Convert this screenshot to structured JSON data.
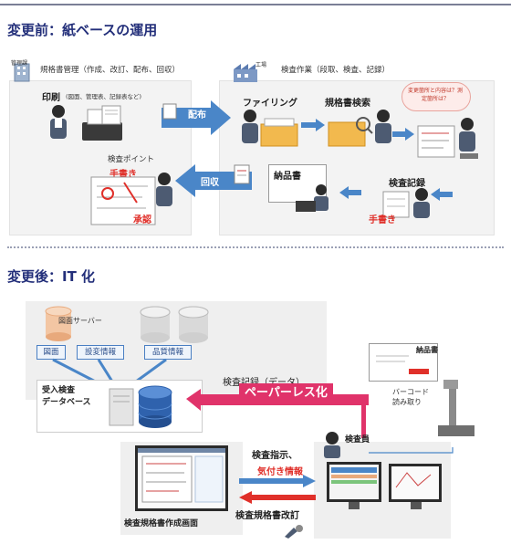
{
  "before": {
    "title": "変更前：紙ベースの運用",
    "mgmt_badge": "管理課",
    "mgmt_caption": "規格書管理（作成、改訂、配布、回収）",
    "print_label": "印刷",
    "print_note": "(図面、管理表、記録表など)",
    "factory_badge": "工場",
    "work_caption": "検査作業（段取、検査、記録）",
    "arrow_distribute": "配布",
    "filing": "ファイリング",
    "search": "規格書検索",
    "bubble": "変更箇所と内容は？測定箇所は？",
    "record": "検査記録",
    "handwritten": "手書き",
    "delivery": "納品書",
    "arrow_collect": "回収",
    "point": "検査ポイント",
    "point_handwritten": "手書き",
    "approval": "承認"
  },
  "after": {
    "title": "変更後：IT 化",
    "server": "図面サーバー",
    "tag_drawing": "図面",
    "tag_design": "設変情報",
    "tag_quality": "品質情報",
    "db": "受入検査\nデータベース",
    "record_data": "検査記録（データ）",
    "paperless": "ペーパーレス化",
    "delivery": "納品書",
    "barcode": "バーコード\n読み取り",
    "inspector": "検査員",
    "instruction": "検査指示、",
    "awareness": "気付き情報",
    "revision": "検査規格書改訂",
    "screen": "検査規格書作成画面"
  },
  "colors": {
    "title": "#232f7a",
    "arrow_blue": "#4a86c8",
    "red": "#e0302a",
    "magenta": "#e0336a",
    "panel": "#f3f3f3"
  }
}
